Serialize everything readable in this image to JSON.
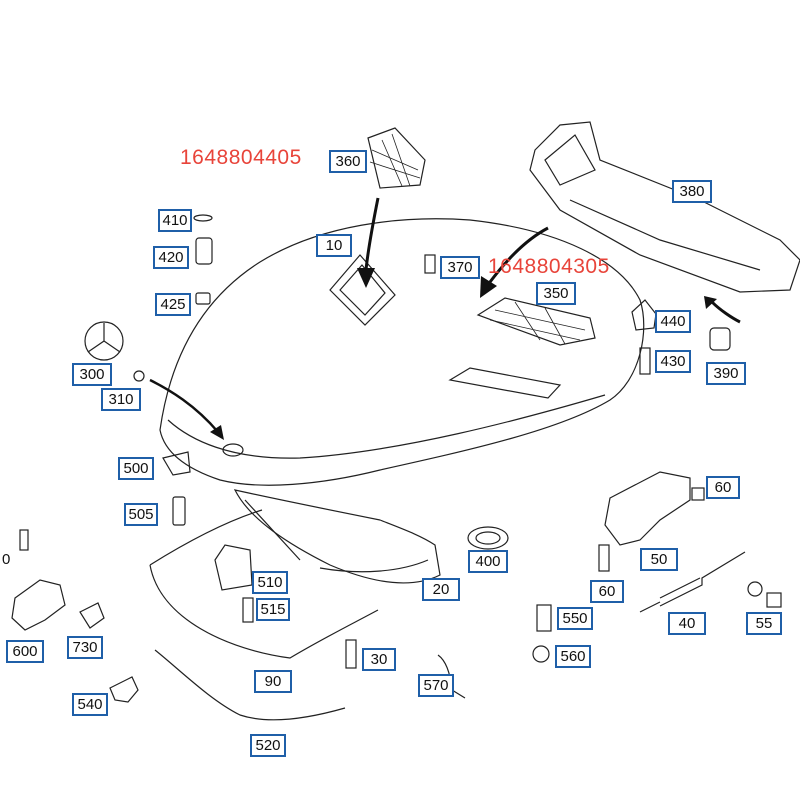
{
  "diagram": {
    "part_numbers": [
      "1648804405",
      "1648804305"
    ],
    "callouts": {
      "c10": "10",
      "c20": "20",
      "c30": "30",
      "c40": "40",
      "c50": "50",
      "c55": "55",
      "c60a": "60",
      "c60b": "60",
      "c90": "90",
      "c300": "300",
      "c310": "310",
      "c350": "350",
      "c360": "360",
      "c370": "370",
      "c380": "380",
      "c390": "390",
      "c400": "400",
      "c410": "410",
      "c420": "420",
      "c425": "425",
      "c430": "430",
      "c440": "440",
      "c500": "500",
      "c505": "505",
      "c510": "510",
      "c515": "515",
      "c520": "520",
      "c540": "540",
      "c550": "550",
      "c560": "560",
      "c570": "570",
      "c600": "600",
      "c730": "730"
    },
    "edge_label": "0"
  }
}
